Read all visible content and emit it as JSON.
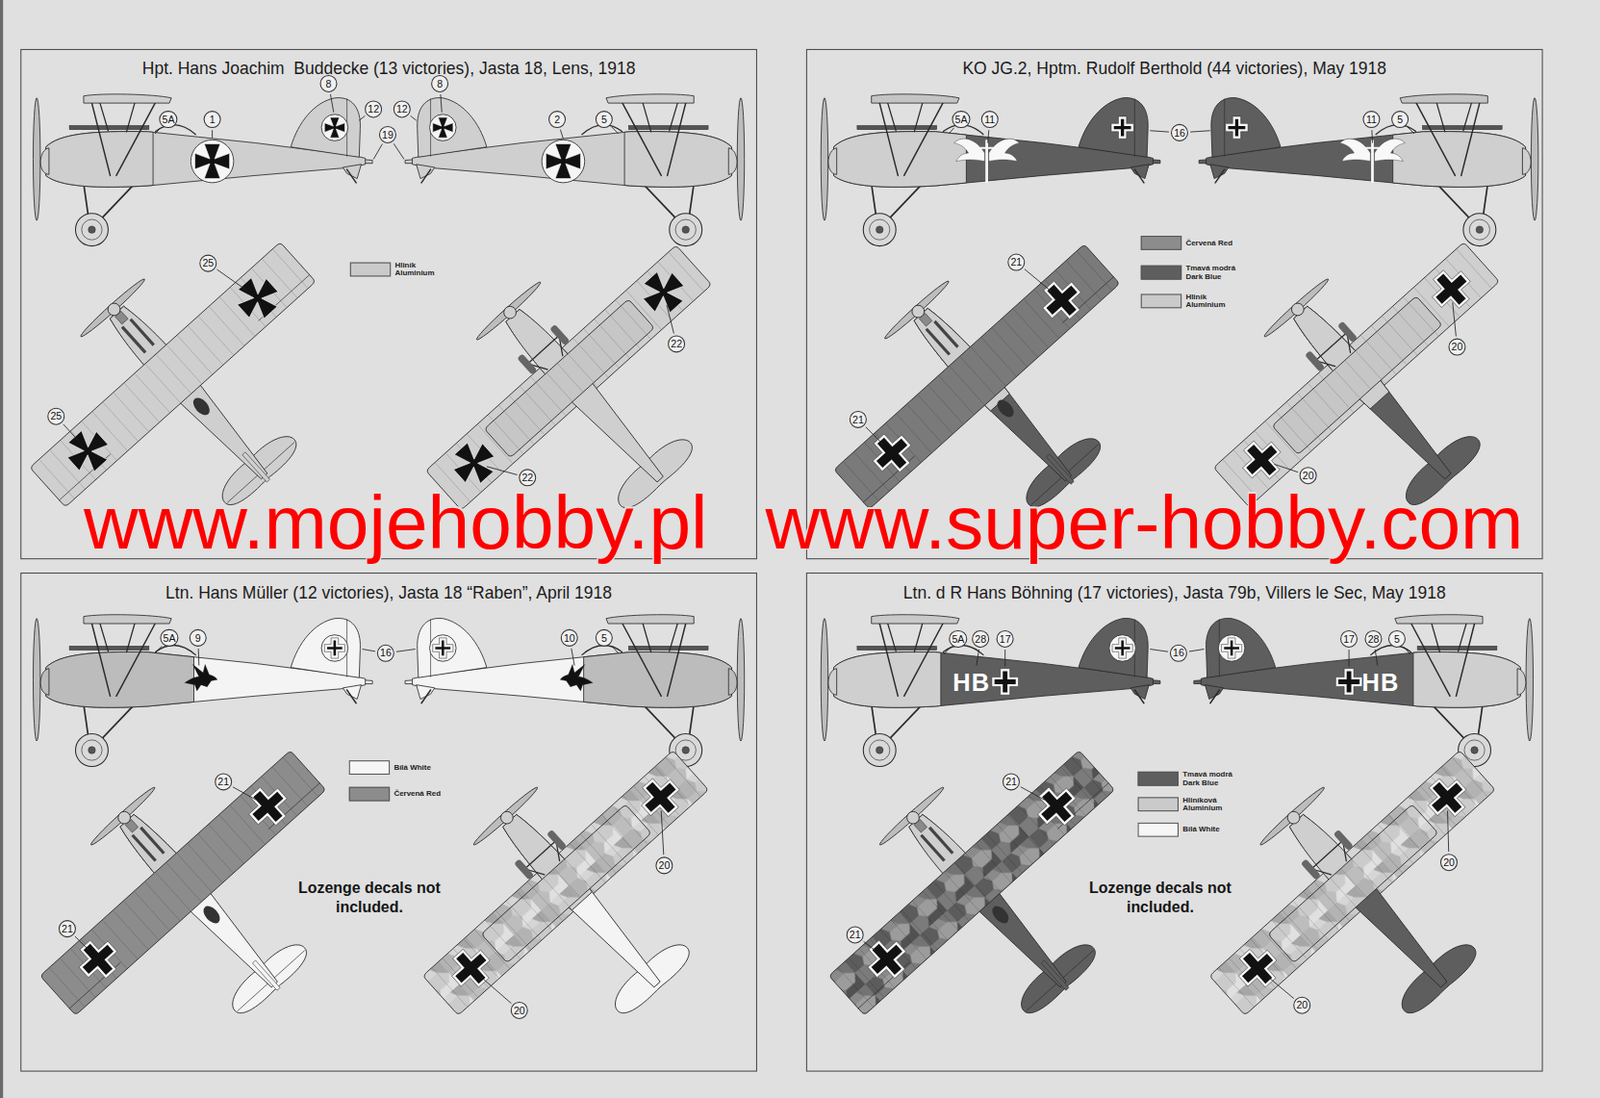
{
  "diagram": {
    "nodes": [
      {
        "text": [
          "Hpt. Hans Joachim  Buddecke (13 victories), Jasta 18, Lens, 1918"
        ]
      },
      {
        "text": [
          "KO JG.2, Hptm. Rudolf Berthold (44 victories), May 1918"
        ]
      },
      {
        "text": [
          "Ltn. Hans Müller (12 victories), Jasta 18 “Raben”, April 1918"
        ]
      },
      {
        "text": [
          "Ltn. d R Hans Böhning (17 victories), Jasta 79b, Villers le Sec, May 1918"
        ]
      }
    ],
    "labels": [
      "5A",
      "1",
      "8",
      "12",
      "19",
      "12",
      "8",
      "2",
      "5",
      "25",
      "22",
      "25",
      "22",
      "5A",
      "11",
      "16",
      "11",
      "5",
      "21",
      "20",
      "21",
      "20",
      "www.mojehobby.pl",
      "www.super-hobby.com",
      "5A",
      "9",
      "16",
      "10",
      "5",
      "21",
      "20",
      "Lozenge decals not included.",
      "21",
      "20",
      "5A",
      "28",
      "17",
      "16",
      "17",
      "28",
      "5",
      "HB",
      "HB",
      "21",
      "20",
      "Lozenge decals not included.",
      "21",
      "20"
    ],
    "legend": [
      {
        "text": "Hliník Aluminium",
        "color": "#cacaca"
      },
      {
        "text": "Červená Red",
        "color": "#8c8c8c"
      },
      {
        "text": "Tmavá modrá Dark Blue",
        "color": "#5e5e5e"
      },
      {
        "text": "Hliník Aluminium",
        "color": "#cacaca"
      },
      {
        "text": "Bílá White",
        "color": "#f6f6f6"
      },
      {
        "text": "Červená Red",
        "color": "#8c8c8c"
      },
      {
        "text": "Tmavá modrá Dark Blue",
        "color": "#5e5e5e"
      },
      {
        "text": "Hliníková Aluminium",
        "color": "#cacaca"
      },
      {
        "text": "Bílá White",
        "color": "#f6f6f6"
      }
    ]
  }
}
